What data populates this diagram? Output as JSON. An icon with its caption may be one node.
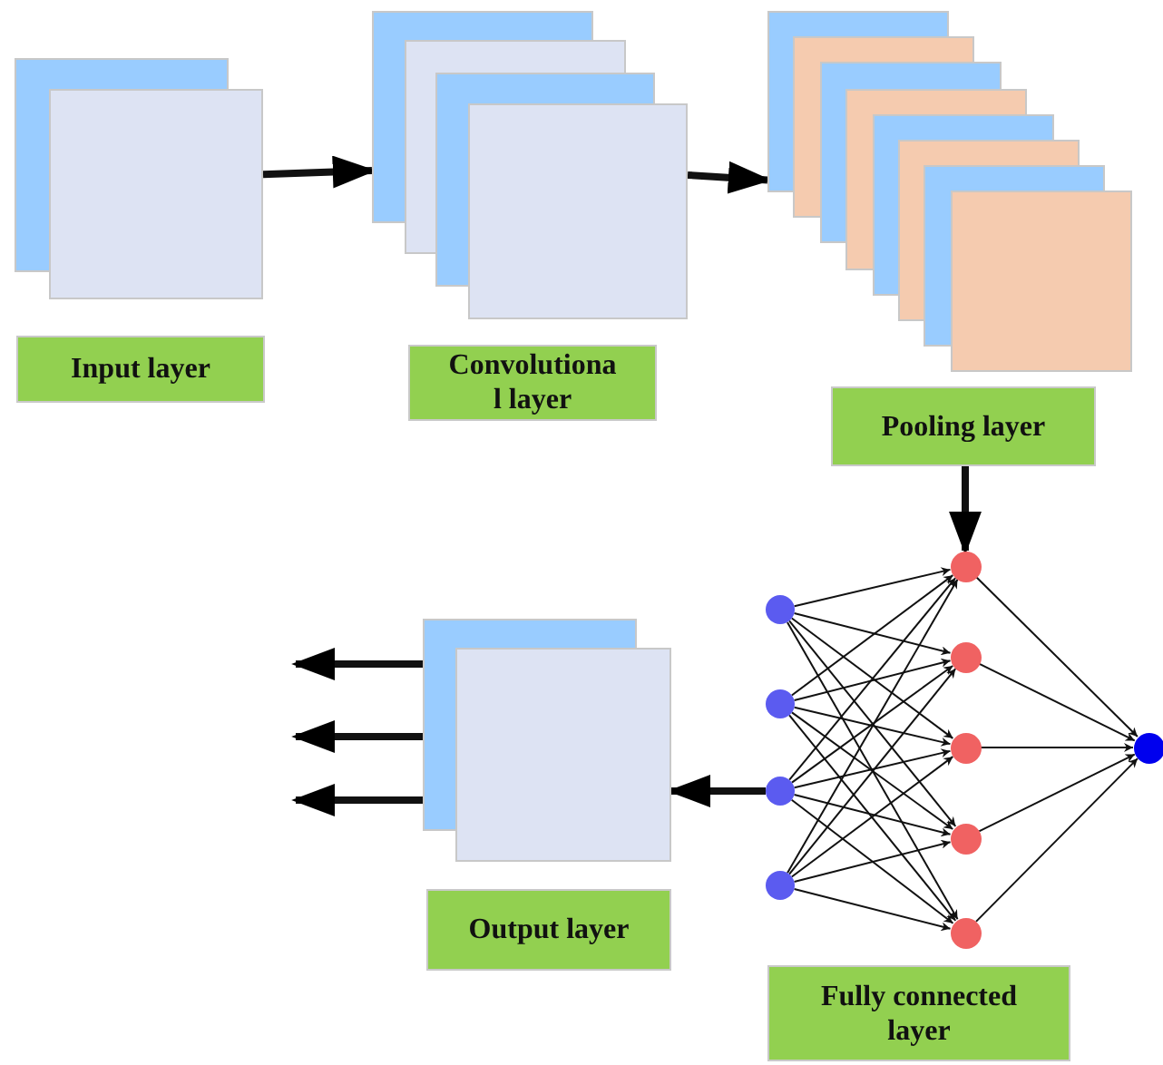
{
  "diagram": {
    "nodes": [
      {
        "text": [],
        "shape": "box"
      },
      {
        "text": [
          "Input layer"
        ]
      },
      {
        "text": [],
        "shape": "box"
      },
      {
        "text": [
          "Convolutiona l layer"
        ]
      },
      {
        "text": [],
        "shape": "box"
      },
      {
        "text": [
          "Pooling layer"
        ]
      },
      {
        "text": [],
        "shape": "circle"
      },
      {
        "text": [],
        "shape": "circle"
      },
      {
        "text": [],
        "shape": "circle"
      },
      {
        "text": [],
        "shape": "circle"
      },
      {
        "text": [],
        "shape": "circle"
      },
      {
        "text": [],
        "shape": "circle"
      },
      {
        "text": [],
        "shape": "circle"
      },
      {
        "text": [],
        "shape": "circle"
      },
      {
        "text": [],
        "shape": "circle"
      },
      {
        "text": [],
        "shape": "circle"
      },
      {
        "text": [
          "Fully connected layer"
        ]
      },
      {
        "text": [],
        "shape": "box"
      },
      {
        "text": [
          "Output layer"
        ]
      }
    ],
    "edges": [
      {
        "from": 0,
        "to": 2,
        "arrow": "to",
        "style": "thick"
      },
      {
        "from": 2,
        "to": 4,
        "arrow": "to",
        "style": "thick"
      },
      {
        "from": 5,
        "to": 10,
        "arrow": "to",
        "style": "thick"
      },
      {
        "from": 6,
        "to": 10,
        "arrow": "to"
      },
      {
        "from": 6,
        "to": 11,
        "arrow": "to"
      },
      {
        "from": 6,
        "to": 12,
        "arrow": "to"
      },
      {
        "from": 6,
        "to": 13,
        "arrow": "to"
      },
      {
        "from": 6,
        "to": 14,
        "arrow": "to"
      },
      {
        "from": 7,
        "to": 10,
        "arrow": "to"
      },
      {
        "from": 7,
        "to": 11,
        "arrow": "to"
      },
      {
        "from": 7,
        "to": 12,
        "arrow": "to"
      },
      {
        "from": 7,
        "to": 13,
        "arrow": "to"
      },
      {
        "from": 7,
        "to": 14,
        "arrow": "to"
      },
      {
        "from": 8,
        "to": 10,
        "arrow": "to"
      },
      {
        "from": 8,
        "to": 11,
        "arrow": "to"
      },
      {
        "from": 8,
        "to": 12,
        "arrow": "to"
      },
      {
        "from": 8,
        "to": 13,
        "arrow": "to"
      },
      {
        "from": 8,
        "to": 14,
        "arrow": "to"
      },
      {
        "from": 9,
        "to": 10,
        "arrow": "to"
      },
      {
        "from": 9,
        "to": 11,
        "arrow": "to"
      },
      {
        "from": 9,
        "to": 12,
        "arrow": "to"
      },
      {
        "from": 9,
        "to": 13,
        "arrow": "to"
      },
      {
        "from": 9,
        "to": 14,
        "arrow": "to"
      },
      {
        "from": 10,
        "to": 15,
        "arrow": "to"
      },
      {
        "from": 11,
        "to": 15,
        "arrow": "to"
      },
      {
        "from": 12,
        "to": 15,
        "arrow": "to"
      },
      {
        "from": 13,
        "to": 15,
        "arrow": "to"
      },
      {
        "from": 14,
        "to": 15,
        "arrow": "to"
      },
      {
        "from": 8,
        "to": 17,
        "arrow": "to",
        "style": "thick"
      },
      {
        "from": 17,
        "to": null,
        "arrow": "to",
        "style": "thick"
      },
      {
        "from": 17,
        "to": null,
        "arrow": "to",
        "style": "thick"
      },
      {
        "from": 17,
        "to": null,
        "arrow": "to",
        "style": "thick"
      }
    ]
  }
}
